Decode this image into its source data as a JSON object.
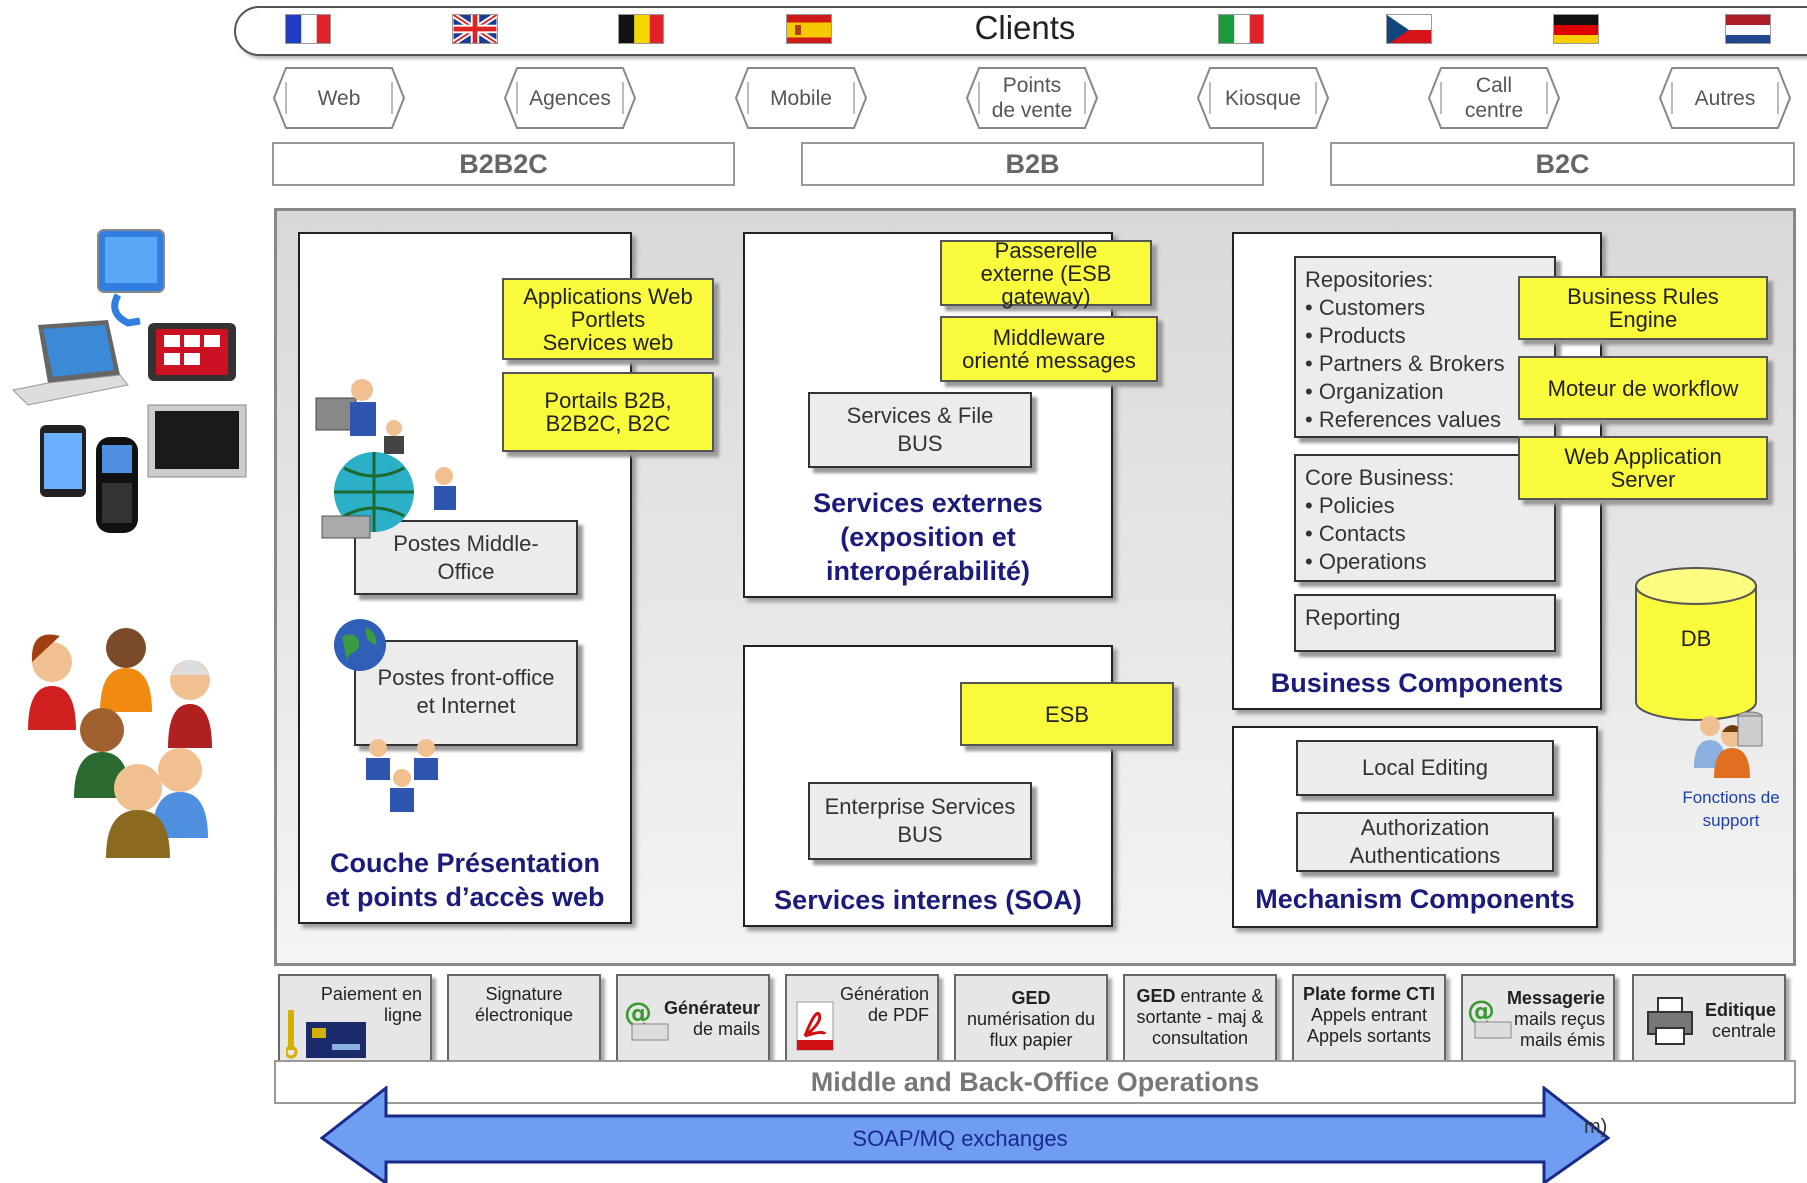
{
  "clients": {
    "title": "Clients",
    "flags": [
      "france-flag",
      "uk-flag",
      "belgium-flag",
      "spain-flag",
      "italy-flag",
      "czech-flag",
      "germany-flag",
      "netherlands-flag"
    ]
  },
  "channels": [
    "Web",
    "Agences",
    "Mobile",
    "Points\nde vente",
    "Kiosque",
    "Call\ncentre",
    "Autres"
  ],
  "segments": [
    "B2B2C",
    "B2B",
    "B2C"
  ],
  "presentation": {
    "apps_web": "Applications Web\nPortlets\nServices web",
    "portails": "Portails B2B,\nB2B2C, B2C",
    "middle_office": "Postes Middle-\nOffice",
    "front_office": "Postes front-office\net Internet",
    "title": "Couche Présentation\net points d’accès web"
  },
  "services_externes": {
    "passerelle": "Passerelle\nexterne (ESB\ngateway)",
    "middleware": "Middleware\norienté messages",
    "bus": "Services & File\nBUS",
    "title": "Services externes\n(exposition et\ninteropérabilité)"
  },
  "services_internes": {
    "esb": "ESB",
    "bus": "Enterprise Services\nBUS",
    "title": "Services internes (SOA)"
  },
  "business": {
    "repositories_heading": "Repositories:",
    "repositories": [
      "Customers",
      "Products",
      "Partners & Brokers",
      "Organization",
      "References values"
    ],
    "core_heading": "Core Business:",
    "core": [
      "Policies",
      "Contacts",
      "Operations"
    ],
    "reporting": "Reporting",
    "rules_engine": "Business Rules\nEngine",
    "workflow": "Moteur de workflow",
    "web_app_server": "Web Application\nServer",
    "title": "Business Components"
  },
  "mechanism": {
    "local_editing": "Local Editing",
    "auth": "Authorization\nAuthentications",
    "title": "Mechanism Components"
  },
  "db": {
    "label": "DB",
    "support": "Fonctions de\nsupport"
  },
  "back_office": {
    "services": [
      {
        "l1": "Paiement en",
        "l2": "ligne"
      },
      {
        "l1": "Signature",
        "l2": "électronique"
      },
      {
        "l1": "Générateur",
        "l2": "de mails"
      },
      {
        "l1": "Génération",
        "l2": "de PDF"
      },
      {
        "l1": "GED",
        "l2": "numérisation du\nflux papier"
      },
      {
        "l1": "GED",
        "l2": "entrante &\nsortante - maj &\nconsultation"
      },
      {
        "l1": "Plate forme CTI",
        "l2": "Appels entrant\nAppels sortants"
      },
      {
        "l1": "Messagerie",
        "l2": "mails reçus\nmails émis"
      },
      {
        "l1": "Editique",
        "l2": "centrale"
      }
    ],
    "title": "Middle and Back-Office Operations"
  },
  "soap": "SOAP/MQ exchanges",
  "soap_suffix": "m)",
  "colors": {
    "yellow": "#fafa3c",
    "title_blue": "#1b1b7a",
    "arrow_blue": "#6f9df2"
  }
}
